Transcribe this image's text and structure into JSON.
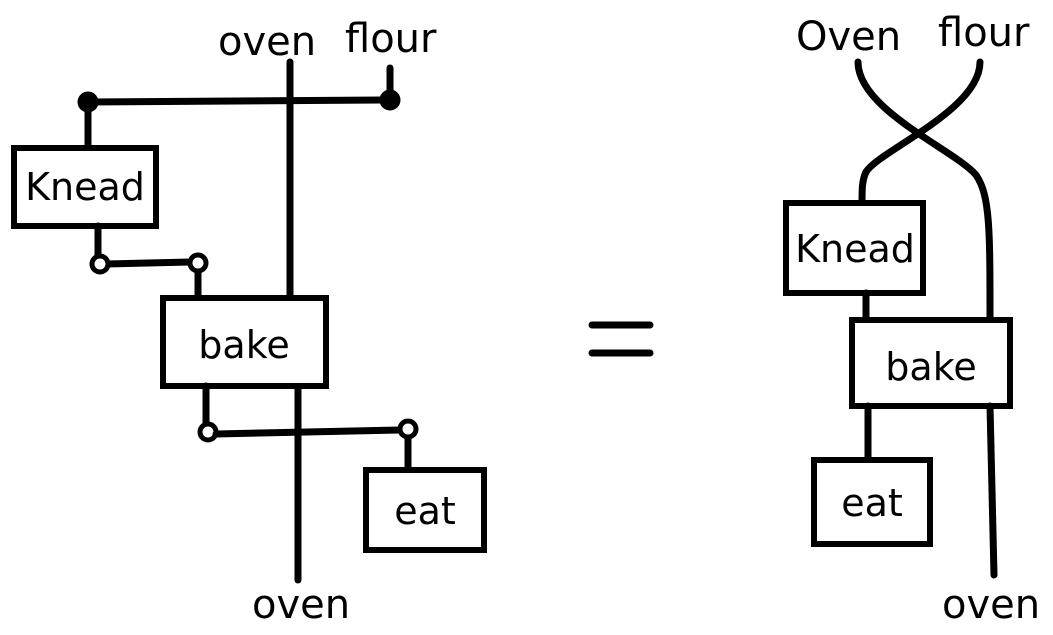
{
  "left_diagram": {
    "top_labels": [
      "oven",
      "flour"
    ],
    "bottom_label": "oven",
    "boxes": {
      "knead": "Knead",
      "bake": "bake",
      "eat": "eat"
    }
  },
  "equals_sign": "=",
  "right_diagram": {
    "top_labels": [
      "Oven",
      "flour"
    ],
    "bottom_label": "oven",
    "boxes": {
      "knead": "Knead",
      "bake": "bake",
      "eat": "eat"
    }
  }
}
